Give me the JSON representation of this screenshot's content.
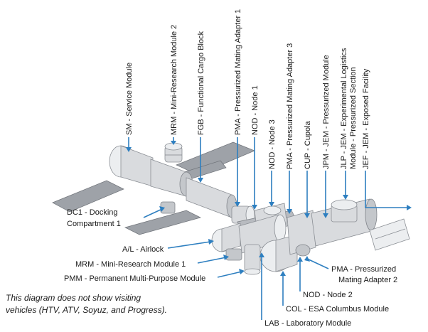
{
  "labels": {
    "sm": "SM - Service Module",
    "mrm2": "MRM - Mini-Research Module 2",
    "fgb": "FGB - Functional Cargo Block",
    "pma1": "PMA - Pressurized Mating Adapter 1",
    "node1": "NOD - Node 1",
    "node3": "NOD - Node 3",
    "pma3": "PMA - Pressurized Mating Adapter 3",
    "cupola": "CUP - Cupola",
    "jpm": "JPM - JEM - Pressurized Module",
    "jlp_1": "JLP - JEM - Experimental Logistics",
    "jlp_2": "Module - Pressurized Section",
    "jef": "JEF - JEM - Exposed Facility",
    "dc1_1": "DC1 - Docking",
    "dc1_2": "Compartment 1",
    "airlock": "A/L - Airlock",
    "mrm1": "MRM - Mini-Research Module 1",
    "pmm": "PMM - Permanent Multi-Purpose Module",
    "pma2_1": "PMA - Pressurized",
    "pma2_2": "Mating Adapter 2",
    "node2": "NOD - Node 2",
    "col": "COL - ESA Columbus Module",
    "lab": "LAB - Laboratory Module"
  },
  "caption": {
    "line1": "This diagram does not show visiting",
    "line2": "vehicles (HTV, ATV, Soyuz, and Progress)."
  },
  "colors": {
    "arrow": "#2e7fc0",
    "module": "#d9dbde",
    "panel": "#9ea2a8"
  }
}
